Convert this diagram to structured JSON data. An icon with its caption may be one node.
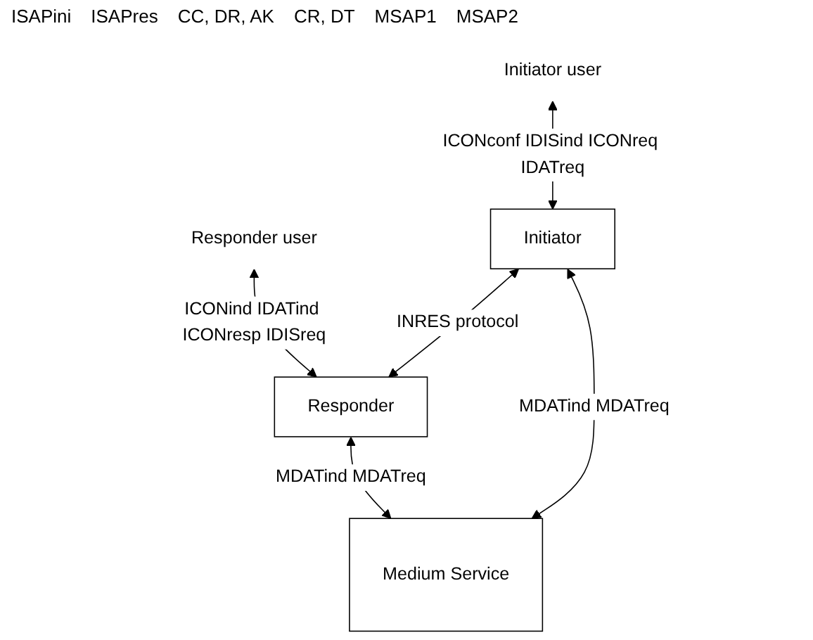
{
  "diagram": {
    "nodes": [
      {
        "text": [
          "Initiator user"
        ]
      },
      {
        "text": [
          "Responder user"
        ]
      },
      {
        "text": [
          "Initiator"
        ]
      },
      {
        "text": [
          "Responder"
        ]
      },
      {
        "text": [
          "Medium Service"
        ]
      }
    ],
    "edges": [
      {
        "from": 0,
        "to": 2,
        "arrow": "both",
        "label": "ICONconf IDISind ICONreq IDATreq"
      },
      {
        "from": 1,
        "to": 3,
        "arrow": "both",
        "label": "ICONind IDATind ICONresp IDISreq"
      },
      {
        "from": 2,
        "to": 3,
        "arrow": "both",
        "label": "INRES protocol"
      },
      {
        "from": 2,
        "to": 4,
        "arrow": "both",
        "label": "MDATind MDATreq"
      },
      {
        "from": 3,
        "to": 4,
        "arrow": "both",
        "label": "MDATind MDATreq"
      }
    ],
    "labels": [
      "ISAPini",
      "ISAPres",
      "CC, DR, AK",
      "CR, DT",
      "MSAP1",
      "MSAP2"
    ]
  }
}
